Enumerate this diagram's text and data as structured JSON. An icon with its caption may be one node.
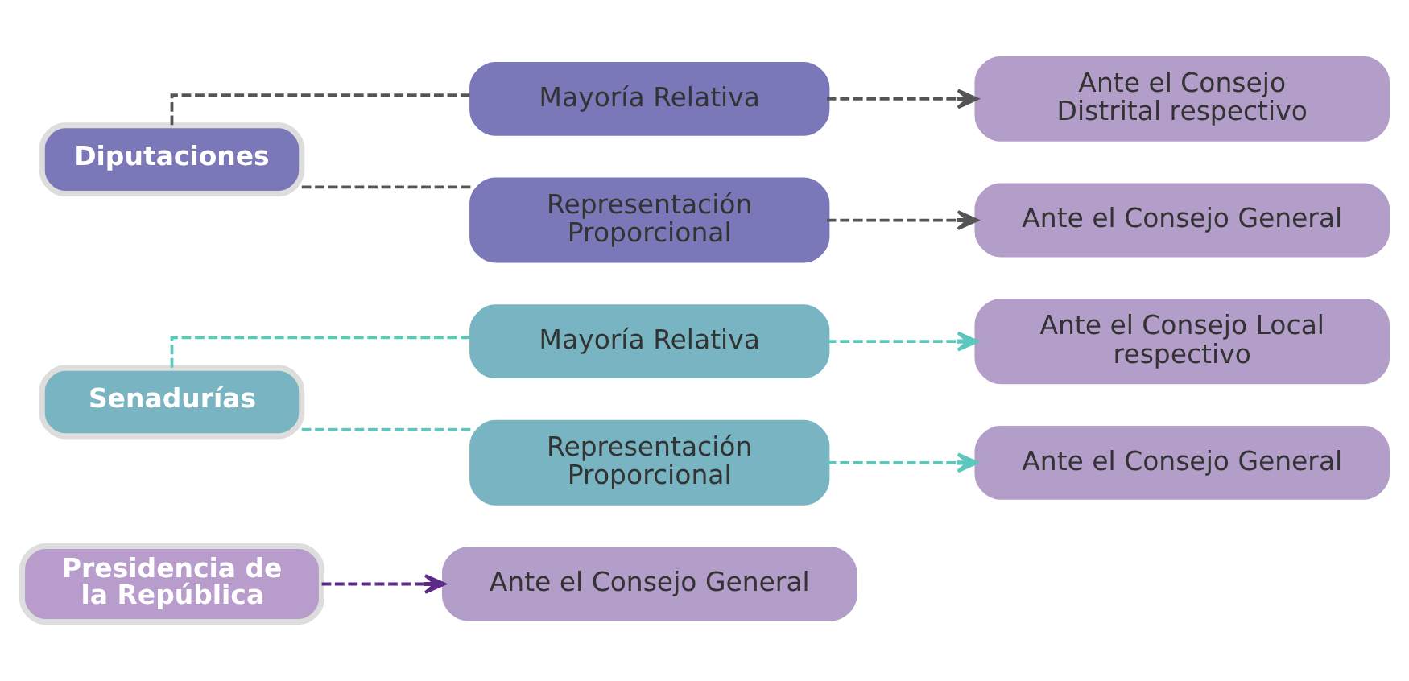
{
  "diagram": {
    "nodes": [
      {
        "text": [
          "Presidencia de la República"
        ]
      },
      {
        "text": [
          "Ante el Consejo General"
        ]
      },
      {
        "text": [
          "Senadurías"
        ]
      },
      {
        "text": [
          "Mayoría Relativa"
        ]
      },
      {
        "text": [
          "Representación Proporcional"
        ]
      },
      {
        "text": [
          "Ante el Consejo Local respectivo"
        ]
      },
      {
        "text": [
          "Ante el Consejo General"
        ]
      },
      {
        "text": [
          "Diputaciones"
        ]
      },
      {
        "text": [
          "Mayoría Relativa"
        ]
      },
      {
        "text": [
          "Representación Proporcional"
        ]
      },
      {
        "text": [
          "Ante el Consejo Distrital respectivo"
        ]
      },
      {
        "text": [
          "Ante el Consejo General"
        ]
      }
    ],
    "edges": [
      {
        "from": 0,
        "to": 1,
        "arrow": "to",
        "style": "dashed",
        "color": "#5b2a86"
      },
      {
        "from": 2,
        "to": 3,
        "arrow": "none",
        "style": "dashed",
        "color": "#5cc8bd"
      },
      {
        "from": 2,
        "to": 4,
        "arrow": "none",
        "style": "dashed",
        "color": "#5cc8bd"
      },
      {
        "from": 3,
        "to": 5,
        "arrow": "to",
        "style": "dashed",
        "color": "#5cc8bd"
      },
      {
        "from": 4,
        "to": 6,
        "arrow": "to",
        "style": "dashed",
        "color": "#5cc8bd"
      },
      {
        "from": 7,
        "to": 8,
        "arrow": "none",
        "style": "dashed",
        "color": "#555555"
      },
      {
        "from": 7,
        "to": 9,
        "arrow": "none",
        "style": "dashed",
        "color": "#555555"
      },
      {
        "from": 8,
        "to": 10,
        "arrow": "to",
        "style": "dashed",
        "color": "#555555"
      },
      {
        "from": 9,
        "to": 11,
        "arrow": "to",
        "style": "dashed",
        "color": "#555555"
      }
    ]
  }
}
